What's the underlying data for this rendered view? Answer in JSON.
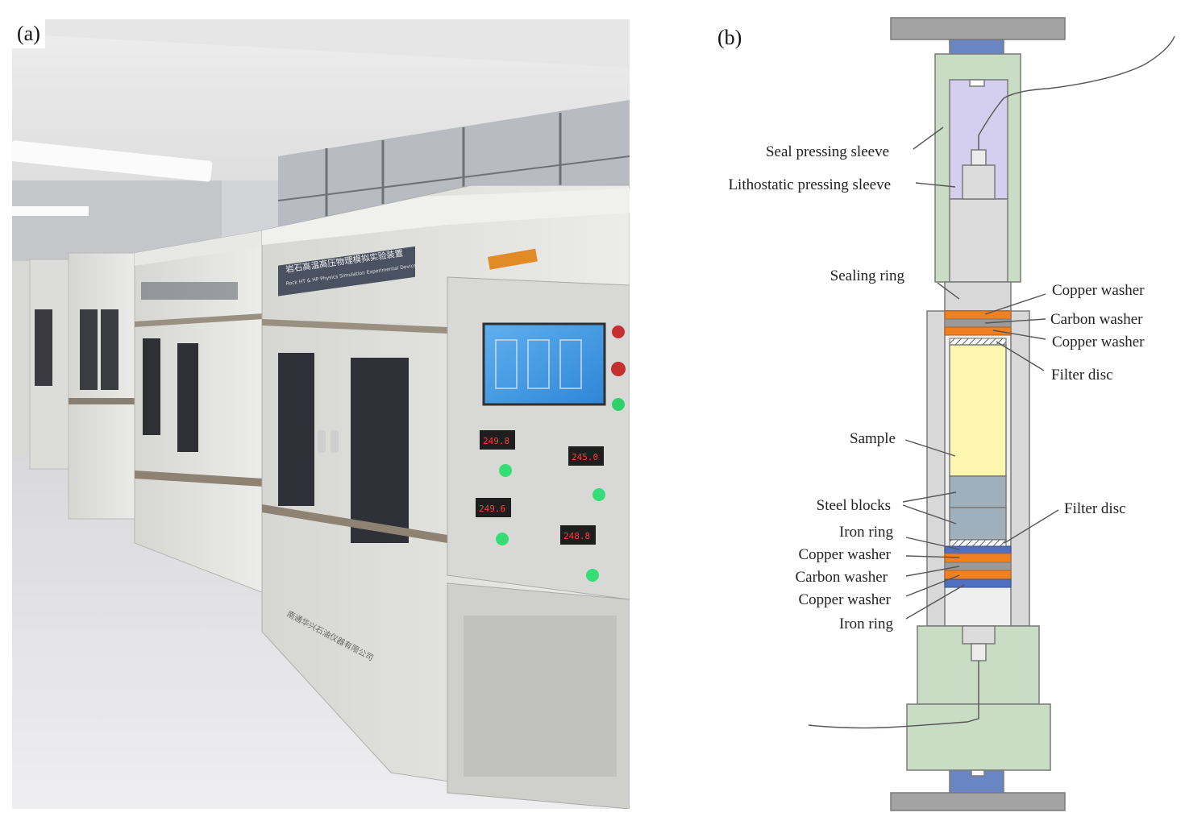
{
  "panels": {
    "a": {
      "label": "(a)"
    },
    "b": {
      "label": "(b)"
    }
  },
  "photo": {
    "device_cn": "岩石高温高压物理模拟实验装置",
    "device_en": "Rock HT & HP Physics Simulation Experimental Device",
    "maker_cn": "南通华兴石油仪器有限公司",
    "screen_readings": [
      "249.8",
      "245.0",
      "249.6",
      "248.8"
    ]
  },
  "diagram": {
    "labels": {
      "seal_pressing_sleeve": "Seal pressing sleeve",
      "lithostatic_pressing_sleeve": "Lithostatic pressing sleeve",
      "sealing_ring": "Sealing ring",
      "copper_washer_top1": "Copper washer",
      "carbon_washer_top": "Carbon washer",
      "copper_washer_top2": "Copper washer",
      "filter_disc_top": "Filter disc",
      "sample": "Sample",
      "steel_blocks": "Steel blocks",
      "filter_disc_bottom": "Filter disc",
      "iron_ring_top": "Iron ring",
      "copper_washer_bottom1": "Copper washer",
      "carbon_washer_bottom": "Carbon washer",
      "copper_washer_bottom2": "Copper washer",
      "iron_ring_bottom": "Iron ring"
    },
    "colors": {
      "plate": "#a3a3a3",
      "piston_blue": "#6a86c2",
      "sleeve_green": "#c9dcc4",
      "lavender": "#d4cfee",
      "light_gray": "#d8d8d8",
      "copper": "#f08020",
      "carbon": "#9a9a9a",
      "sample_yellow": "#fdf6b0",
      "steel": "#9fb0bc",
      "iron_blue": "#4f6fc0"
    }
  }
}
